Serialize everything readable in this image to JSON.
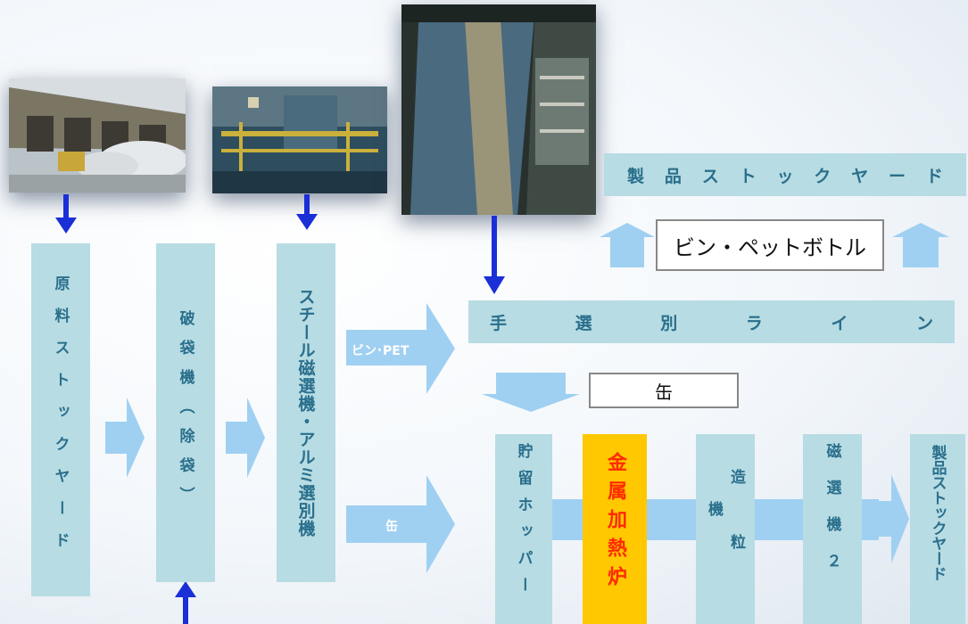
{
  "photos": {
    "warehouse": "warehouse-photo",
    "machine": "machine-photo",
    "sorting_line": "sorting-line-photo"
  },
  "boxes": {
    "raw_stock": "原料ストックヤード",
    "bag_breaker": "破袋機（除袋）",
    "magnetic": "スチール磁選機・アルミ選別機",
    "hopper": "貯留ホッパー",
    "furnace": "金属加熱炉",
    "granulator": "造粒機",
    "magnetic2": "磁選機２",
    "product_stock_v": "製品ストックヤード"
  },
  "hand_sort": [
    "手",
    "選",
    "別",
    "ラ",
    "イ",
    "ン"
  ],
  "product_stock_h": [
    "製",
    "品",
    "ス",
    "ト",
    "ッ",
    "ク",
    "ヤ",
    "ー",
    "ド"
  ],
  "labels": {
    "bottles": "ビン・ペットボトル",
    "cans_box": "缶",
    "arrow_pet": "ビン･PET",
    "arrow_can": "缶"
  },
  "colors": {
    "box": "#b7dce3",
    "text": "#2a6f8c",
    "arrow": "#9fd0f2",
    "pointer": "#1a2fd6",
    "furnace": "#ffc800",
    "furnace_text": "#ff2a00"
  }
}
